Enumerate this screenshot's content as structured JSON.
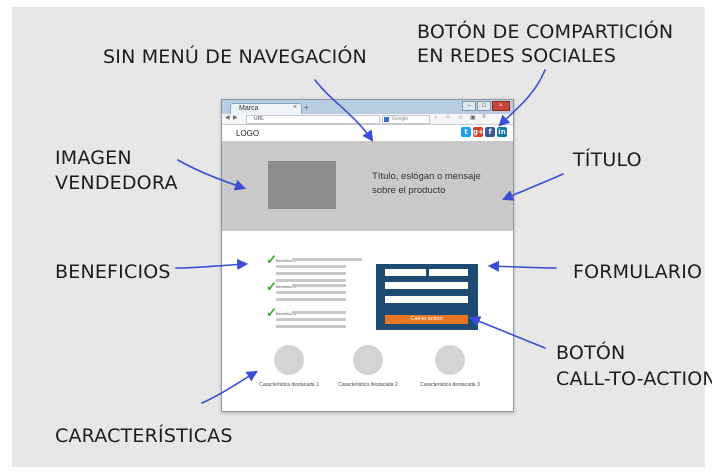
{
  "annotations": {
    "sin_menu": "SIN MENÚ DE NAVEGACIÓN",
    "boton_compartir_line1": "BOTÓN DE COMPARTICIÓN",
    "boton_compartir_line2": "EN REDES SOCIALES",
    "imagen_line1": "IMAGEN",
    "imagen_line2": "VENDEDORA",
    "titulo": "TÍTULO",
    "beneficios": "BENEFICIOS",
    "formulario": "FORMULARIO",
    "boton_cta_line1": "BOTÓN",
    "boton_cta_line2": "CALL-TO-ACTION",
    "caracteristicas": "CARACTERÍSTICAS"
  },
  "colors": {
    "arrow": "#3b4fd6",
    "form_bg": "#1d4b74",
    "cta_bg": "#e87722",
    "check": "#3aa12b",
    "hero_bg": "#c9c9c9"
  },
  "browser": {
    "tab_title": "Marca",
    "tab_close": "×",
    "new_tab": "+",
    "url": "URL",
    "search_placeholder": "Google",
    "window_buttons": [
      "–",
      "□",
      "×"
    ]
  },
  "page": {
    "logo": "LOGO",
    "social": [
      {
        "name": "twitter",
        "glyph": "t",
        "color": "#1da1f2"
      },
      {
        "name": "google-plus",
        "glyph": "g+",
        "color": "#d73d32"
      },
      {
        "name": "facebook",
        "glyph": "f",
        "color": "#3b5998"
      },
      {
        "name": "linkedin",
        "glyph": "in",
        "color": "#0e76a8"
      }
    ],
    "hero_text": "Título, eslógan o mensaje sobre el producto",
    "benefits": [
      "Beneficio 1",
      "Beneficio 2",
      "Beneficio 3"
    ],
    "cta_label": "Call-to action",
    "features": [
      "Característica destacada 1",
      "Característica destacada 2",
      "Característica destacada 3"
    ]
  }
}
